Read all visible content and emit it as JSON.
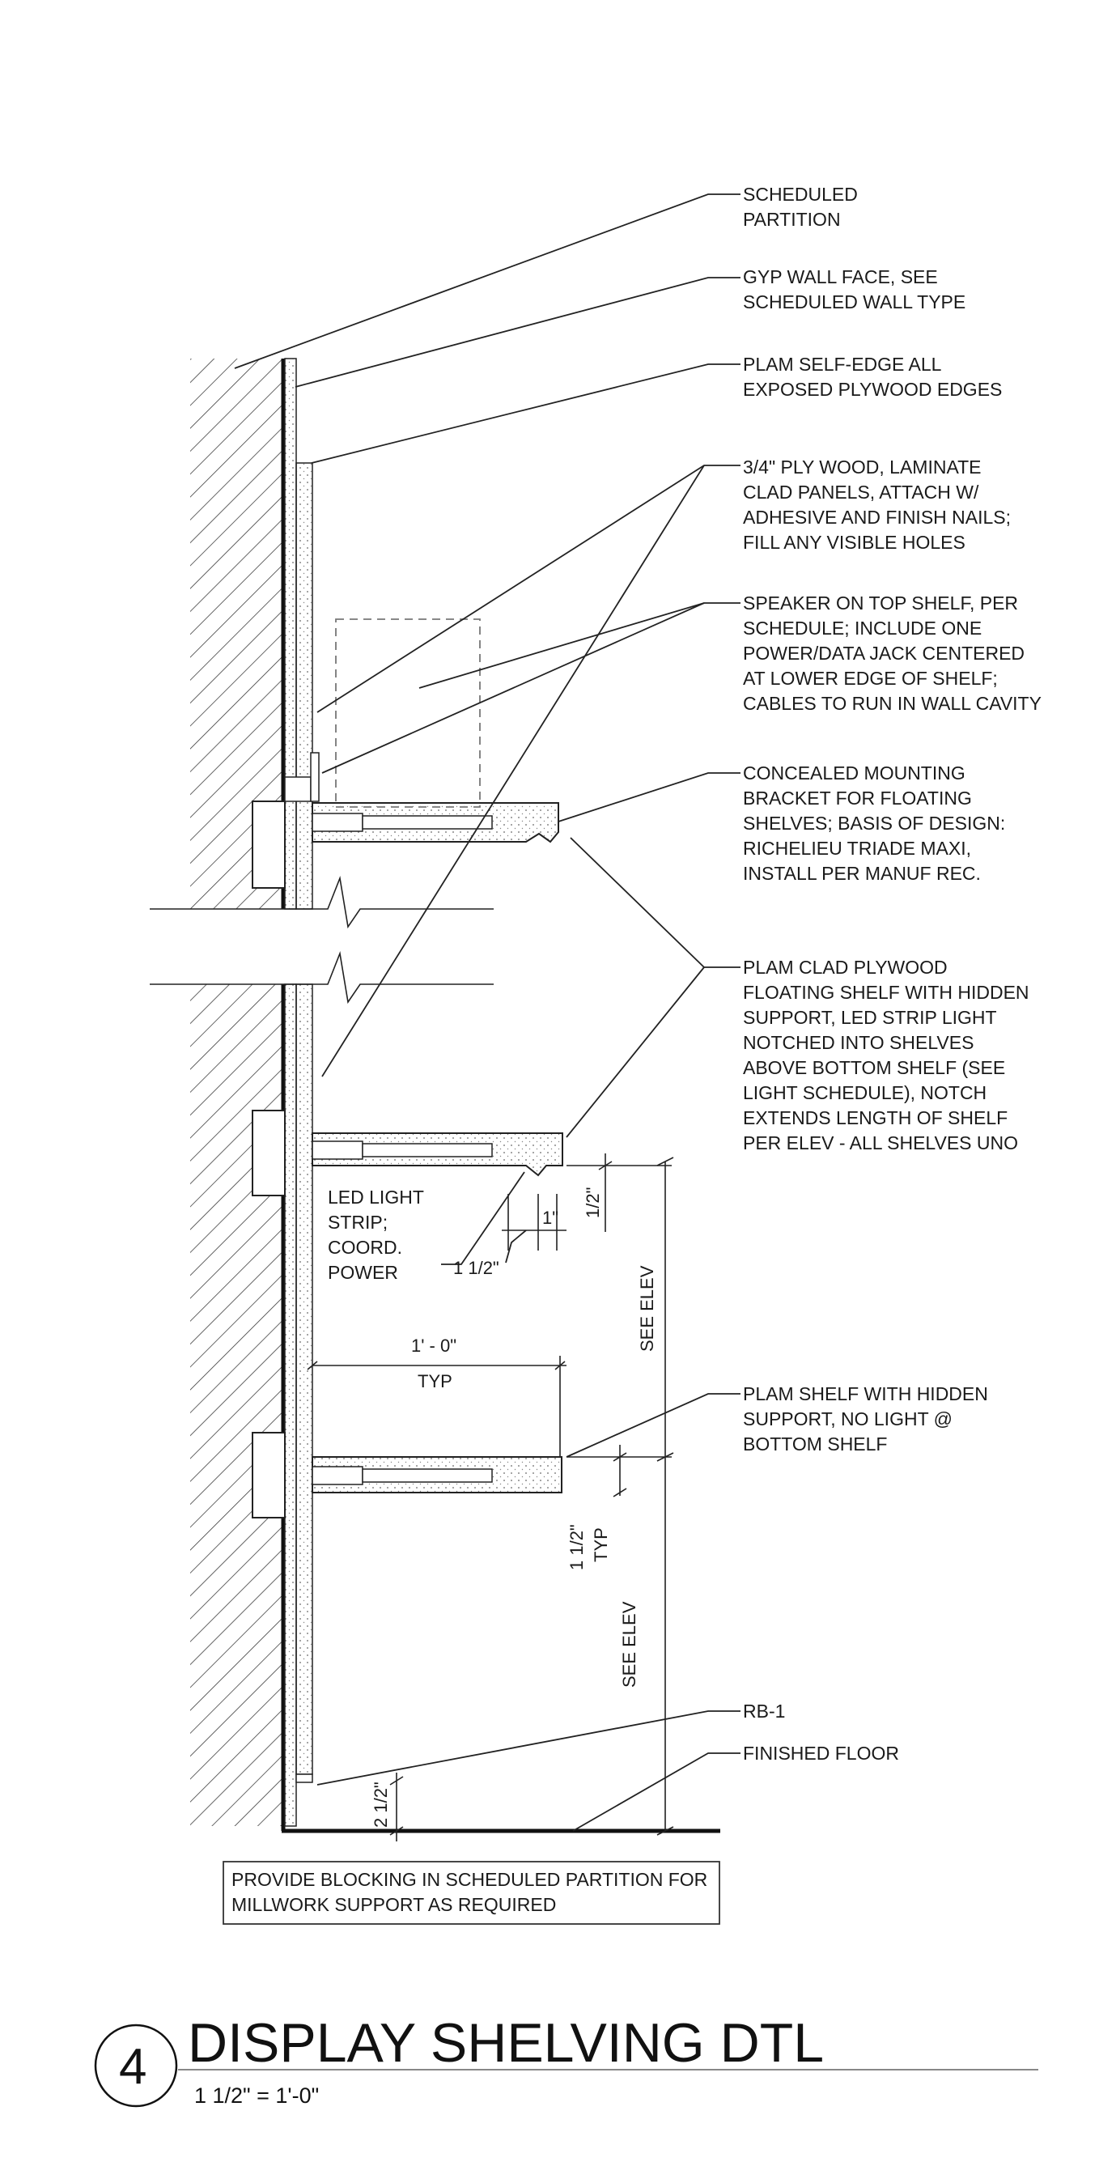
{
  "notes": {
    "scheduled_partition": [
      "SCHEDULED",
      "PARTITION"
    ],
    "gyp_wall_face": [
      "GYP WALL FACE, SEE",
      "SCHEDULED WALL TYPE"
    ],
    "plam_self_edge": [
      "PLAM SELF-EDGE ALL",
      "EXPOSED PLYWOOD EDGES"
    ],
    "plywood": [
      "3/4\" PLY WOOD, LAMINATE",
      "CLAD PANELS, ATTACH W/",
      "ADHESIVE AND FINISH NAILS;",
      "FILL ANY VISIBLE HOLES"
    ],
    "speaker": [
      "SPEAKER ON TOP SHELF, PER",
      "SCHEDULE; INCLUDE ONE",
      "POWER/DATA JACK CENTERED",
      "AT LOWER EDGE OF SHELF;",
      "CABLES TO RUN IN  WALL CAVITY"
    ],
    "bracket": [
      "CONCEALED MOUNTING",
      "BRACKET FOR FLOATING",
      "SHELVES; BASIS OF DESIGN:",
      "RICHELIEU TRIADE MAXI,",
      "INSTALL PER MANUF REC."
    ],
    "floating_shelf": [
      "PLAM CLAD PLYWOOD",
      "FLOATING SHELF WITH HIDDEN",
      "SUPPORT, LED STRIP LIGHT",
      "NOTCHED INTO SHELVES",
      "ABOVE BOTTOM SHELF (SEE",
      "LIGHT SCHEDULE), NOTCH",
      "EXTENDS LENGTH OF SHELF",
      "PER ELEV - ALL SHELVES UNO"
    ],
    "led_strip": [
      "LED LIGHT",
      "STRIP;",
      "COORD.",
      "POWER"
    ],
    "bottom_shelf": [
      "PLAM SHELF WITH HIDDEN",
      "SUPPORT, NO LIGHT @",
      "BOTTOM SHELF"
    ],
    "rb1": [
      "RB-1"
    ],
    "finished_floor": [
      "FINISHED FLOOR"
    ],
    "blocking": [
      "PROVIDE BLOCKING IN SCHEDULED PARTITION FOR",
      "MILLWORK SUPPORT AS REQUIRED"
    ]
  },
  "dimensions": {
    "half_inch": "1/2\"",
    "one_inch": "1\"",
    "one_half_inch": "1 1/2\"",
    "one_foot": "1' - 0\"",
    "typ": "TYP",
    "one_half_typ": "1 1/2\"",
    "typ2": "TYP",
    "see_elev_upper": "SEE ELEV",
    "see_elev_lower": "SEE ELEV",
    "two_half": "2 1/2\""
  },
  "title": {
    "number": "4",
    "text": "DISPLAY SHELVING DTL",
    "scale": "1 1/2\" = 1'-0\""
  }
}
